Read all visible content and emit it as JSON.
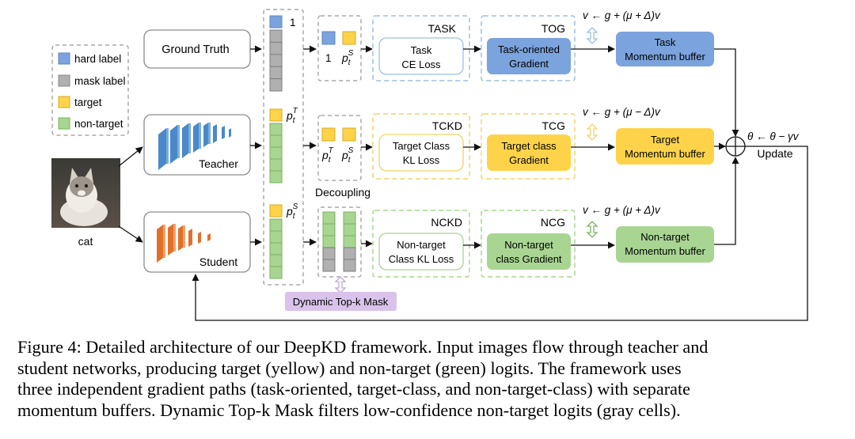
{
  "legend": {
    "hard_label": "hard label",
    "mask_label": "mask label",
    "target": "target",
    "non_target": "non-target"
  },
  "input": {
    "label": "cat"
  },
  "nodes": {
    "ground_truth": "Ground Truth",
    "teacher": "Teacher",
    "student": "Student"
  },
  "columns": {
    "gt_top_label": "1",
    "teacher_top_label": "p_t^T",
    "student_top_label": "p_t^S",
    "decoupling": "Decoupling",
    "dynamic_mask": "Dynamic Top-k Mask"
  },
  "pairs": {
    "task_left": "1",
    "task_right": "p_t^S",
    "tckd_left": "p_t^T",
    "tckd_right": "p_t^S"
  },
  "losses": {
    "task": {
      "tag": "TASK",
      "line1": "Task",
      "line2": "CE Loss"
    },
    "tckd": {
      "tag": "TCKD",
      "line1": "Target Class",
      "line2": "KL Loss"
    },
    "nckd": {
      "tag": "NCKD",
      "line1": "Non-target",
      "line2": "Class KL Loss"
    }
  },
  "gradients": {
    "tog": {
      "tag": "TOG",
      "line1": "Task-oriented",
      "line2": "Gradient"
    },
    "tcg": {
      "tag": "TCG",
      "line1": "Target class",
      "line2": "Gradient"
    },
    "ncg": {
      "tag": "NCG",
      "line1": "Non-target",
      "line2": "class Gradient"
    }
  },
  "buffers": {
    "task": {
      "line1": "Task",
      "line2": "Momentum buffer"
    },
    "target": {
      "line1": "Target",
      "line2": "Momentum buffer"
    },
    "non_target": {
      "line1": "Non-target",
      "line2": "Momentum buffer"
    }
  },
  "formulas": {
    "task": "v ← g + (μ + Δ)v",
    "target": "v ← g + (μ − Δ)v",
    "non_target": "v ← g + (μ + Δ)v",
    "update": "θ ← θ − γv",
    "update_label": "Update"
  },
  "caption": {
    "line1": "Figure 4: Detailed architecture of our DeepKD framework. Input images flow through teacher and",
    "line2": "student networks, producing target (yellow) and non-target (green) logits. The framework uses",
    "line3": "three independent gradient paths (task-oriented, target-class, and non-target-class) with separate",
    "line4": "momentum buffers. Dynamic Top-k Mask filters low-confidence non-target logits (gray cells)."
  },
  "colors": {
    "hard_label": "#7ba3dd",
    "mask_label": "#b0b0b0",
    "target": "#fed34a",
    "non_target": "#a9d593",
    "teacher_net": "#5b9bd5",
    "student_net": "#ed7d31",
    "dynamic_mask": "#d9c3ea",
    "dashed_gray": "#a9a9a9",
    "dashed_blue": "#9dbfe4",
    "dashed_yellow": "#f2d36b",
    "dashed_green": "#a9d593"
  }
}
